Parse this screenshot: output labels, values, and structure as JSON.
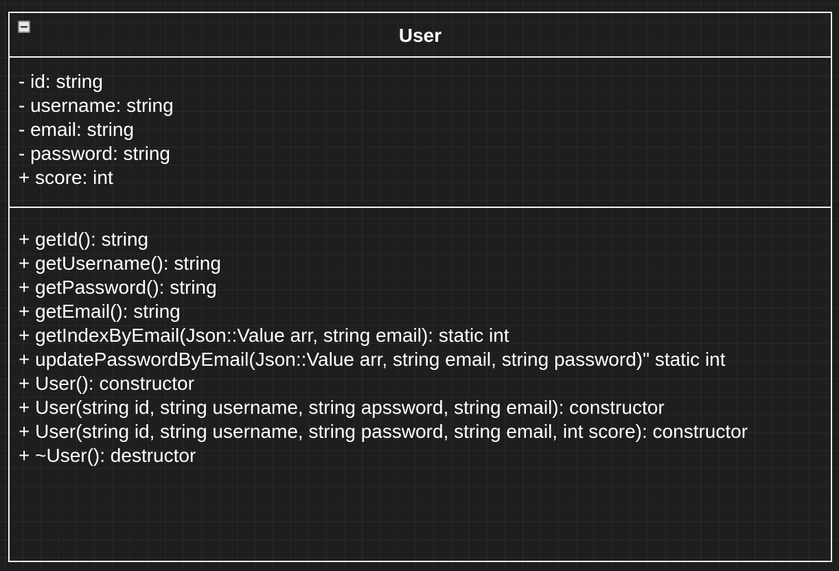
{
  "class": {
    "name": "User",
    "attributes": [
      "- id: string",
      "- username: string",
      "- email: string",
      "- password: string",
      "+ score: int"
    ],
    "methods": [
      "+ getId(): string",
      "+ getUsername(): string",
      "+ getPassword(): string",
      "+ getEmail(): string",
      "+ getIndexByEmail(Json::Value arr, string email): static int",
      "+ updatePasswordByEmail(Json::Value arr, string email, string password)\" static int",
      "+ User(): constructor",
      "+ User(string id, string username, string apssword, string email): constructor",
      "+ User(string id, string username, string password, string email, int score): constructor",
      "+ ~User(): destructor"
    ]
  },
  "icons": {
    "collapse": "collapse-icon"
  },
  "colors": {
    "background": "#1e1e1e",
    "border": "#f2f2f2",
    "text": "#ffffff"
  }
}
